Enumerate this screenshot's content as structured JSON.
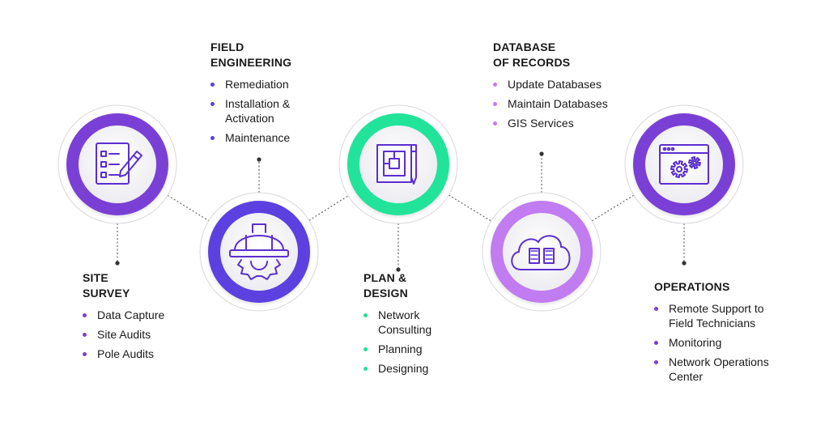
{
  "colors": {
    "site_survey": "#7a3fd6",
    "field_engineering": "#5b3fe0",
    "plan_design": "#20e39a",
    "database_of_records": "#c07cf0",
    "operations": "#7a3fd6",
    "icon_stroke": "#5b2fd0",
    "connector": "#666666"
  },
  "stages": [
    {
      "id": "site_survey",
      "icon": "checklist-pencil-icon",
      "title": [
        "SITE",
        "SURVEY"
      ],
      "items": [
        [
          "Data Capture"
        ],
        [
          "Site Audits"
        ],
        [
          "Pole Audits"
        ]
      ]
    },
    {
      "id": "field_engineering",
      "icon": "hard-hat-gear-icon",
      "title": [
        "FIELD",
        "ENGINEERING"
      ],
      "items": [
        [
          "Remediation"
        ],
        [
          "Installation &",
          "Activation"
        ],
        [
          "Maintenance"
        ]
      ]
    },
    {
      "id": "plan_design",
      "icon": "blueprint-pencil-icon",
      "title": [
        "PLAN &",
        "DESIGN"
      ],
      "items": [
        [
          "Network",
          "Consulting"
        ],
        [
          "Planning"
        ],
        [
          "Designing"
        ]
      ]
    },
    {
      "id": "database_of_records",
      "icon": "cloud-documents-icon",
      "title": [
        "DATABASE",
        "OF RECORDS"
      ],
      "items": [
        [
          "Update Databases"
        ],
        [
          "Maintain Databases"
        ],
        [
          "GIS Services"
        ]
      ]
    },
    {
      "id": "operations",
      "icon": "browser-gears-icon",
      "title": [
        "OPERATIONS"
      ],
      "items": [
        [
          "Remote Support to",
          "Field Technicians"
        ],
        [
          "Monitoring"
        ],
        [
          "Network Operations",
          "Center"
        ]
      ]
    }
  ]
}
